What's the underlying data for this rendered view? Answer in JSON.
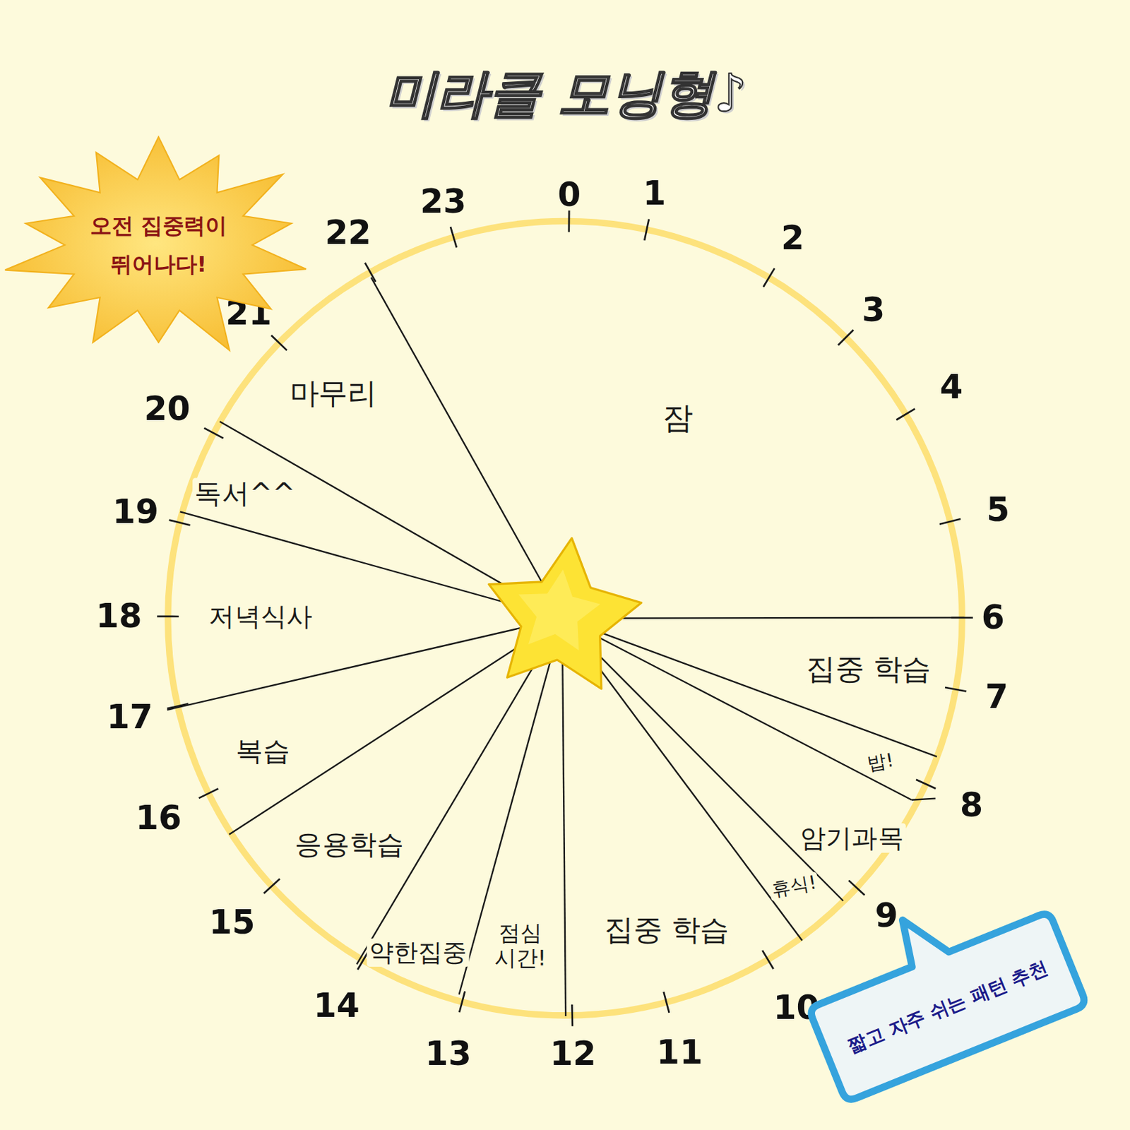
{
  "diagram": {
    "title": "미라클 모닝형♪",
    "nodes": [
      {
        "text": [
          "오전 집중력이 뛰어나다!"
        ]
      },
      {
        "text": [
          "짧고 자주 쉬는 패턴 추천"
        ]
      }
    ],
    "labels": [
      "0",
      "1",
      "2",
      "3",
      "4",
      "5",
      "6",
      "7",
      "8",
      "9",
      "10",
      "11",
      "12",
      "13",
      "14",
      "15",
      "16",
      "17",
      "18",
      "19",
      "20",
      "21",
      "22",
      "23",
      "잠",
      "집중 학습",
      "밥!",
      "암기과목",
      "휴식!",
      "집중 학습",
      "점심 시간!",
      "약한집중",
      "응용학습",
      "복습",
      "저녁식사",
      "독서^^",
      "마무리"
    ]
  }
}
